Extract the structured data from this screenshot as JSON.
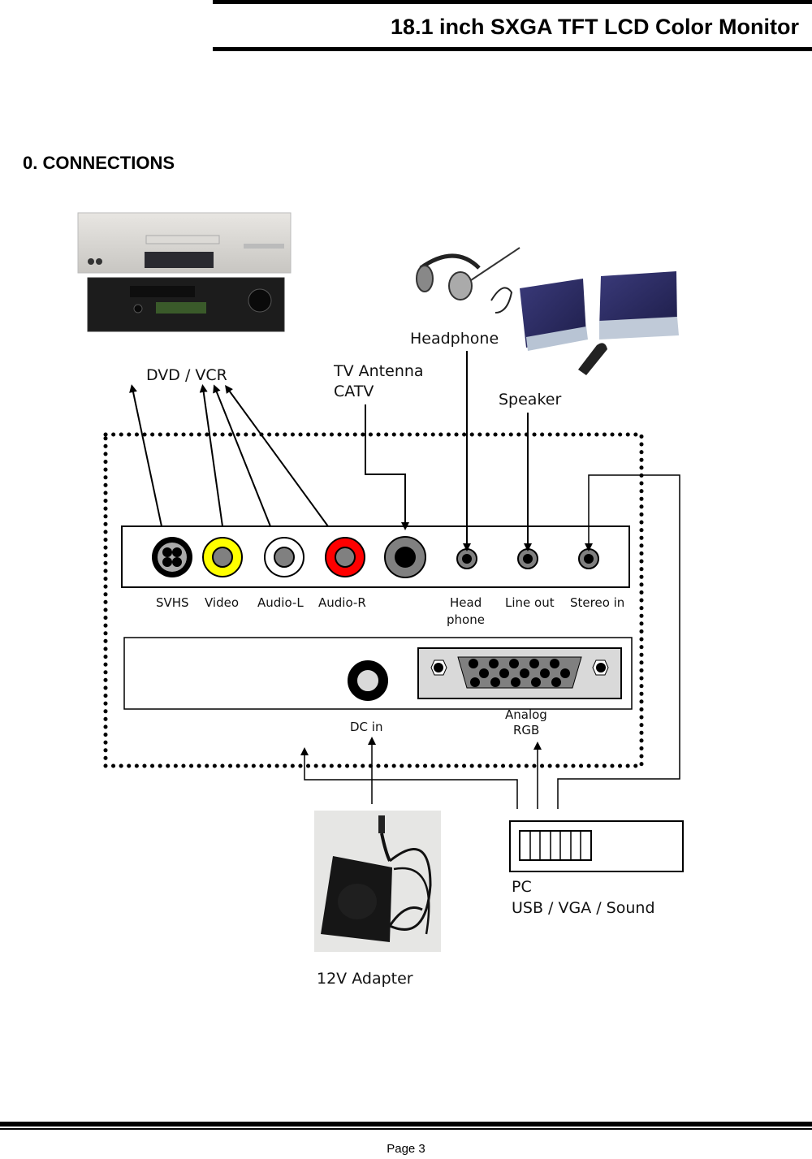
{
  "header": {
    "title": "18.1 inch SXGA TFT LCD Color Monitor"
  },
  "section": {
    "title": "0. CONNECTIONS"
  },
  "devices": {
    "dvd_vcr": {
      "label": "DVD / VCR",
      "image": "dvd-vcr-photo"
    },
    "tv_antenna": {
      "line1": "TV Antenna",
      "line2": "CATV"
    },
    "headphone": {
      "label": "Headphone",
      "image": "headphone-photo"
    },
    "speaker": {
      "label": "Speaker",
      "image": "speaker-photo"
    },
    "adapter": {
      "label": "12V Adapter",
      "image": "adapter-photo"
    },
    "pc": {
      "line1": "PC",
      "line2": "USB / VGA / Sound"
    }
  },
  "ports_top": {
    "svhs": "SVHS",
    "video": "Video",
    "audio_l": "Audio-L",
    "audio_r": "Audio-R",
    "headphone_line1": "Head",
    "headphone_line2": "phone",
    "line_out": "Line out",
    "stereo_in": "Stereo in"
  },
  "ports_bottom": {
    "dc_in": "DC in",
    "analog_rgb_line1": "Analog",
    "analog_rgb_line2": "RGB"
  },
  "colors": {
    "video_jack": "#ffff00",
    "audio_l_jack": "#ffffff",
    "audio_r_jack": "#ff0000",
    "jack_core": "#808080",
    "vga_panel": "#d9d9d9"
  },
  "footer": {
    "page": "Page 3"
  }
}
